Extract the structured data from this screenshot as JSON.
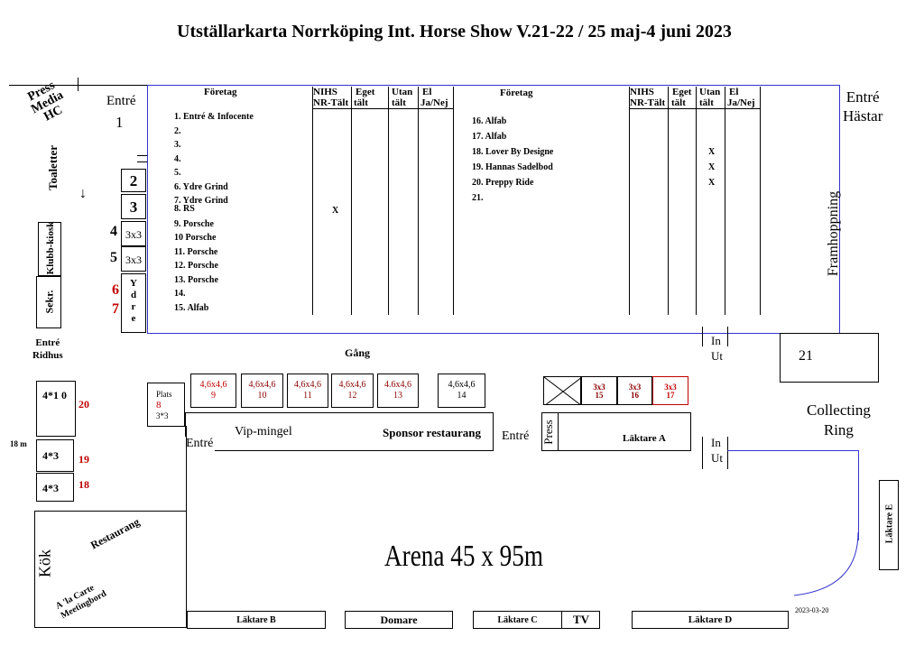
{
  "title": "Utställarkarta Norrköping Int. Horse Show V.21-22 /  25 maj-4 juni 2023",
  "left_table": {
    "col_company": "Företag",
    "col_nihs": "NIHS",
    "col_nr": "NR-Tält",
    "col_eget": "Eget",
    "col_eget2": "tält",
    "col_utan": "Utan",
    "col_utan2": "tält",
    "col_el": "El",
    "col_el2": "Ja/Nej",
    "rows": [
      {
        "name": "1. Entré & Infocente",
        "mark": ""
      },
      {
        "name": "2.",
        "mark": ""
      },
      {
        "name": "3.",
        "mark": ""
      },
      {
        "name": "4.",
        "mark": ""
      },
      {
        "name": "5.",
        "mark": ""
      },
      {
        "name": "6. Ydre Grind",
        "mark": ""
      },
      {
        "name": "7. Ydre Grind",
        "mark": ""
      },
      {
        "name": "8. RS",
        "mark": "X"
      },
      {
        "name": "9. Porsche",
        "mark": ""
      },
      {
        "name": "10 Porsche",
        "mark": ""
      },
      {
        "name": "11. Porsche",
        "mark": ""
      },
      {
        "name": "12. Porsche",
        "mark": ""
      },
      {
        "name": "13. Porsche",
        "mark": ""
      },
      {
        "name": "14.",
        "mark": ""
      },
      {
        "name": "15. Alfab",
        "mark": ""
      }
    ]
  },
  "right_table": {
    "col_company": "Företag",
    "col_nihs": "NIHS",
    "col_nr": "NR-Tält",
    "col_eget": "Eget",
    "col_eget2": "tält",
    "col_utan": "Utan",
    "col_utan2": "tält",
    "col_el": "El",
    "col_el2": "Ja/Nej",
    "rows": [
      {
        "name": "16. Alfab",
        "mark": ""
      },
      {
        "name": "17. Alfab",
        "mark": ""
      },
      {
        "name": "18. Lover By Designe",
        "mark": "X"
      },
      {
        "name": "19. Hannas Sadelbod",
        "mark": "X"
      },
      {
        "name": "20. Preppy Ride",
        "mark": "X"
      },
      {
        "name": "21.",
        "mark": ""
      }
    ]
  },
  "labels": {
    "entre1": "Entré",
    "entre1_num": "1",
    "press_media_hc": [
      "Press",
      "Media",
      "HC"
    ],
    "toaletter": "Toaletter",
    "entre_hastar": [
      "Entré",
      "Hästar"
    ],
    "framhoppning": "Framhoppning",
    "klubb_kiosk": "Klubb-kiosk",
    "sekr": "Sekr.",
    "entre_ridhus": [
      "Entré",
      "Ridhus"
    ],
    "gang": "Gång",
    "in1": "In",
    "ut1": "Ut",
    "in2": "In",
    "ut2": "Ut",
    "box21": "21",
    "collecting_ring": [
      "Collecting",
      "Ring"
    ],
    "arena": "Arena 45 x 95m",
    "vip": "Vip-mingel",
    "sponsor": "Sponsor restaurang",
    "entre_vip": "Entré",
    "entre_mid": "Entré",
    "press": "Press",
    "laktare_a": "Läktare A",
    "laktare_b": "Läktare B",
    "domare": "Domare",
    "laktare_c": "Läktare C",
    "tv": "TV",
    "laktare_d": "Läktare D",
    "laktare_e": "Läktare E",
    "date": "2023-03-20",
    "kok": "Kök",
    "restaurang": "Restaurang",
    "alacarte": [
      "A 'la Carte",
      "Meetingbord"
    ],
    "m18": "18 m",
    "plats_label": "Plats",
    "plats_num": "8",
    "plats_size": "3*3"
  },
  "left_stack": [
    {
      "num": "2",
      "side": "",
      "tag": ""
    },
    {
      "num": "3",
      "side": "",
      "tag": ""
    },
    {
      "num": "3x3",
      "side": "4",
      "tag": ""
    },
    {
      "num": "3x3",
      "side": "5",
      "tag": ""
    }
  ],
  "ydre": {
    "letters": "Y d r e",
    "n6": "6",
    "n7": "7"
  },
  "stalls": [
    {
      "size": "4,6x4,6",
      "num": "9",
      "color": "red"
    },
    {
      "size": "4,6x4,6",
      "num": "10",
      "color": "dred"
    },
    {
      "size": "4,6x4,6",
      "num": "11",
      "color": "dred"
    },
    {
      "size": "4,6x4,6",
      "num": "12",
      "color": "dred"
    },
    {
      "size": "4.6x4,6",
      "num": "13",
      "color": "dred"
    },
    {
      "size": "4,6x4,6",
      "num": "14",
      "color": "black"
    }
  ],
  "small_stalls": [
    {
      "size": "3x3",
      "num": "15"
    },
    {
      "size": "3x3",
      "num": "16"
    },
    {
      "size": "3x3",
      "num": "17"
    }
  ],
  "left_boxes": [
    {
      "label": "4*1 0",
      "num": "20"
    },
    {
      "label": "4*3",
      "num": "19"
    },
    {
      "label": "4*3",
      "num": "18"
    }
  ]
}
